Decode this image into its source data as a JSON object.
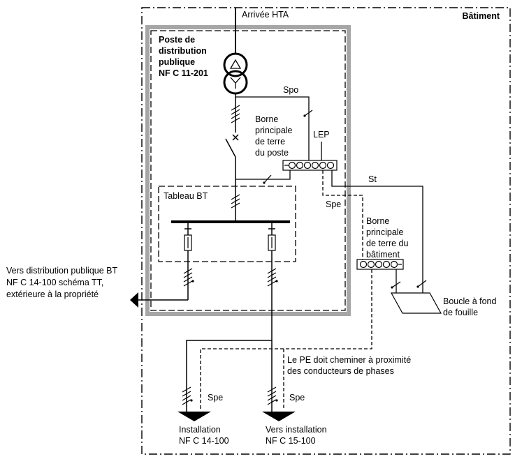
{
  "labels": {
    "building": "Bâtiment",
    "arrivee_hta": "Arrivée HTA",
    "poste_line1": "Poste de",
    "poste_line2": "distribution",
    "poste_line3": "publique",
    "poste_line4": "NF C 11-201",
    "spo": "Spo",
    "borne_poste_line1": "Borne",
    "borne_poste_line2": "principale",
    "borne_poste_line3": "de terre",
    "borne_poste_line4": "du poste",
    "lep": "LEP",
    "st": "St",
    "spe_main": "Spe",
    "tableau_bt": "Tableau BT",
    "borne_bat_line1": "Borne",
    "borne_bat_line2": "principale",
    "borne_bat_line3": "de terre du",
    "borne_bat_line4": "bâtiment",
    "vers_dist_line1": "Vers distribution publique BT",
    "vers_dist_line2": "NF C 14-100 schéma TT,",
    "vers_dist_line3": "extérieure à la propriété",
    "boucle_line1": "Boucle à fond",
    "boucle_line2": "de fouille",
    "pe_note_line1": "Le PE doit cheminer à proximité",
    "pe_note_line2": "des conducteurs de phases",
    "spe_left": "Spe",
    "spe_right": "Spe",
    "install_left_line1": "Installation",
    "install_left_line2": "NF C 14-100",
    "install_right_line1": "Vers installation",
    "install_right_line2": "NF C 15-100",
    "trans_top": "Δ",
    "trans_bottom": "Y"
  },
  "colors": {
    "line": "#000000",
    "poste_border": "#a6a6a6"
  }
}
